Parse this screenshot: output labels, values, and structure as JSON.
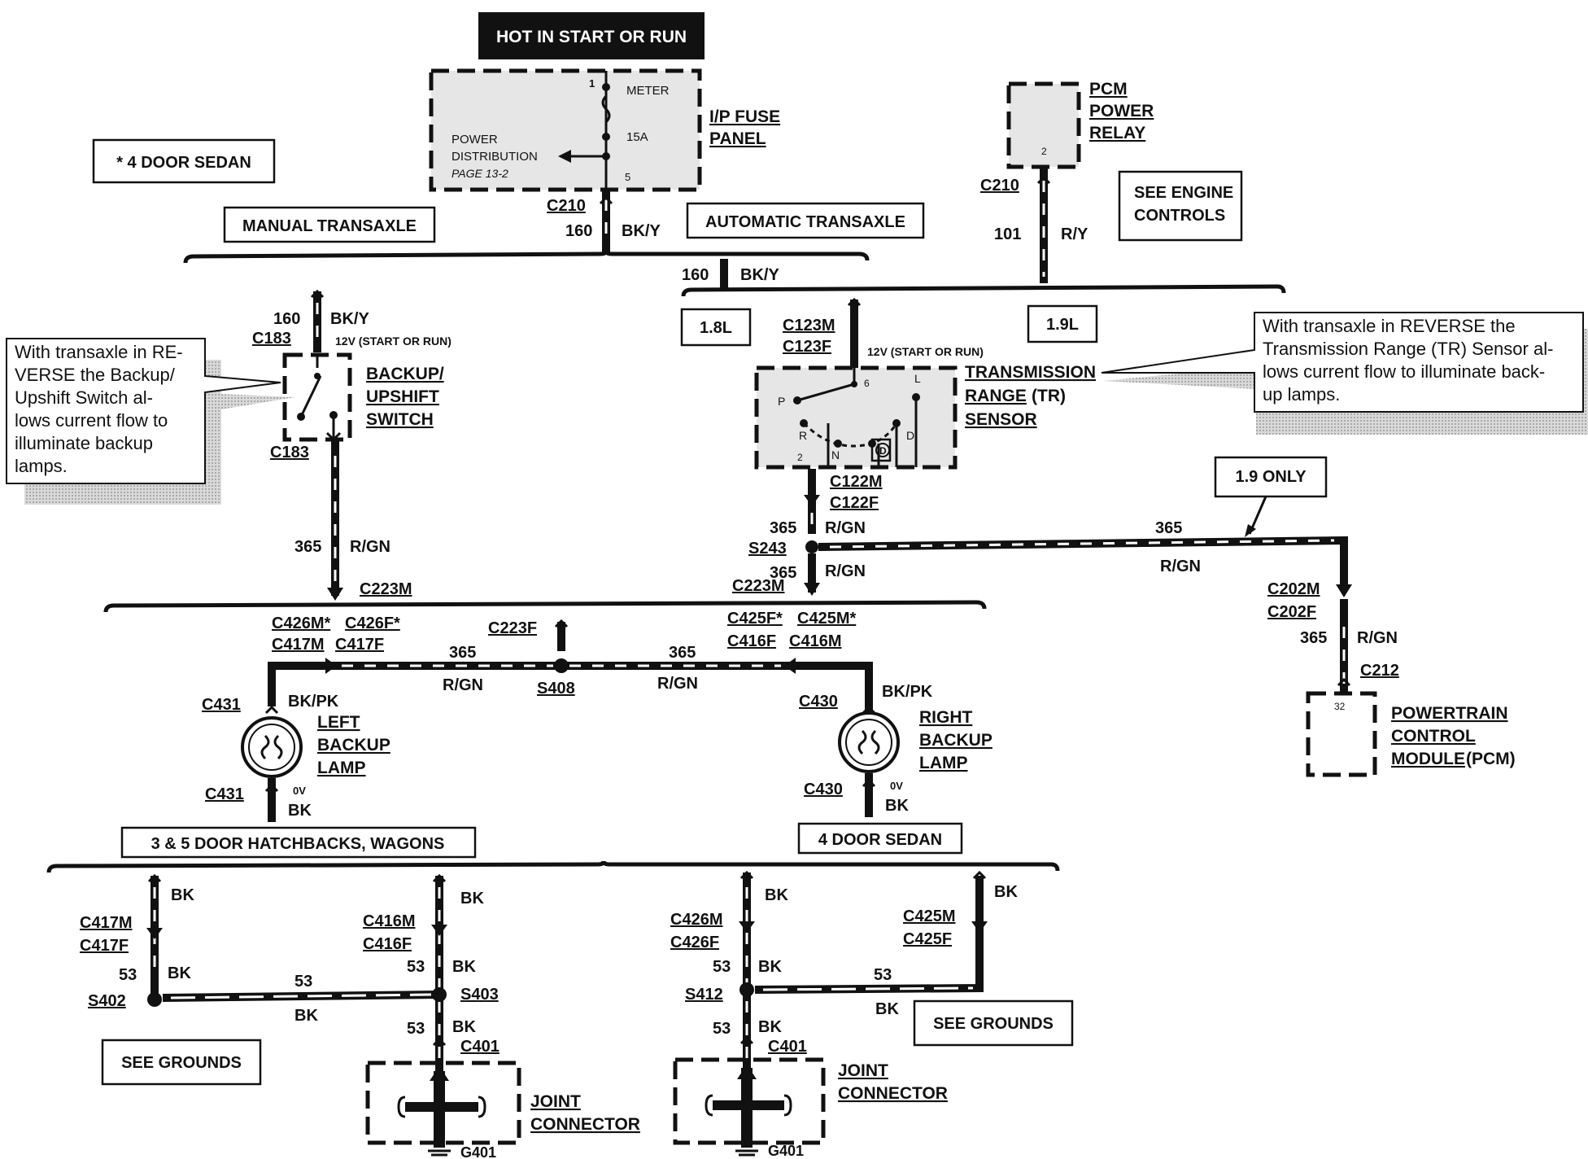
{
  "top": {
    "hot_label": "HOT IN START OR RUN"
  },
  "fuse": {
    "pin1": "1",
    "meter": "METER",
    "amp": "15A",
    "pin5": "5",
    "power": "POWER",
    "dist": "DISTRIBUTION",
    "page": "PAGE 13-2",
    "panel1": "I/P FUSE",
    "panel2": "PANEL",
    "conn": "C210",
    "circ": "160",
    "color": "BK/Y"
  },
  "pcm_relay": {
    "l1": "PCM",
    "l2": "POWER",
    "l3": "RELAY",
    "pin": "2",
    "conn": "C210",
    "circ": "101",
    "color": "R/Y"
  },
  "notes": {
    "four_door": "* 4 DOOR SEDAN",
    "manual": "MANUAL TRANSAXLE",
    "automatic": "AUTOMATIC TRANSAXLE",
    "engine1": "SEE ENGINE",
    "engine2": "CONTROLS",
    "l18": "1.8L",
    "l19": "1.9L",
    "only19": "1.9 ONLY",
    "hatch": "3 & 5 DOOR HATCHBACKS, WAGONS",
    "sedan4": "4 DOOR SEDAN",
    "grounds": "SEE GROUNDS"
  },
  "callout_left": [
    "With transaxle in RE-",
    "VERSE the Backup/",
    "Upshift Switch al-",
    "lows current flow to",
    "illuminate    backup",
    "lamps."
  ],
  "callout_right": [
    "With  transaxle  in  REVERSE  the",
    "Transmission Range (TR) Sensor al-",
    "lows current flow to illuminate back-",
    "up lamps."
  ],
  "backup_switch": {
    "circ": "160",
    "color": "BK/Y",
    "conn": "C183",
    "volt": "12V (START OR RUN)",
    "l1": "BACKUP/",
    "l2": "UPSHIFT",
    "l3": "SWITCH",
    "circ2": "365",
    "color2": "R/GN",
    "conn2": "C223M"
  },
  "auto": {
    "circ": "160",
    "color": "BK/Y",
    "c1": "C123M",
    "c2": "C123F",
    "volt": "12V (START OR RUN)"
  },
  "tr": {
    "l1": "TRANSMISSION",
    "l2a": "RANGE",
    "l2b": "(TR)",
    "l3": "SENSOR",
    "p": "P",
    "r": "R",
    "n": "N",
    "d": "D",
    "d2": "D",
    "l": "L",
    "pin6": "6",
    "pin2": "2",
    "c1": "C122M",
    "c2": "C122F",
    "circ": "365",
    "color": "R/GN",
    "splice": "S243",
    "circ2": "365",
    "color2": "R/GN",
    "conn2": "C223M"
  },
  "pcm_branch": {
    "circ": "365",
    "color": "R/GN",
    "c1": "C202M",
    "c2": "C202F",
    "circ2": "365",
    "color2": "R/GN",
    "conn": "C212",
    "pin": "32",
    "l1": "POWERTRAIN",
    "l2": "CONTROL",
    "l3a": "MODULE",
    "l3b": "(PCM)"
  },
  "lamp_bus": {
    "lc1a": "C426M*",
    "lc1b": "C426F*",
    "lc2a": "C417M",
    "lc2b": "C417F",
    "rc1a": "C425F*",
    "rc1b": "C425M*",
    "rc2a": "C416F",
    "rc2b": "C416M",
    "c223f": "C223F",
    "circ_l": "365",
    "color_l": "R/GN",
    "circ_r": "365",
    "color_r": "R/GN",
    "splice": "S408"
  },
  "left_lamp": {
    "conn": "C431",
    "color": "BK/PK",
    "l1": "LEFT",
    "l2": "BACKUP",
    "l3": "LAMP",
    "conn2": "C431",
    "volt": "0V",
    "color2": "BK"
  },
  "right_lamp": {
    "conn": "C430",
    "color": "BK/PK",
    "l1": "RIGHT",
    "l2": "BACKUP",
    "l3": "LAMP",
    "conn2": "C430",
    "volt": "0V",
    "color2": "BK"
  },
  "ground_left": {
    "bk1": "BK",
    "c1a": "C417M",
    "c1b": "C417F",
    "n1": "53",
    "bk2": "BK",
    "s402": "S402",
    "n2": "53",
    "bk3": "BK",
    "bk4": "BK",
    "c2a": "C416M",
    "c2b": "C416F",
    "n3": "53",
    "bk5": "BK",
    "s403": "S403",
    "n4": "53",
    "bk6": "BK",
    "c401": "C401",
    "jc1": "JOINT",
    "jc2": "CONNECTOR",
    "g401": "G401"
  },
  "ground_right": {
    "bk1": "BK",
    "c1a": "C426M",
    "c1b": "C426F",
    "n1": "53",
    "bk2": "BK",
    "s412": "S412",
    "n2": "53",
    "bk3": "BK",
    "bk4": "BK",
    "c2a": "C425M",
    "c2b": "C425F",
    "n3": "53",
    "bk5": "BK",
    "c401": "C401",
    "jc1": "JOINT",
    "jc2": "CONNECTOR",
    "g401": "G401"
  }
}
